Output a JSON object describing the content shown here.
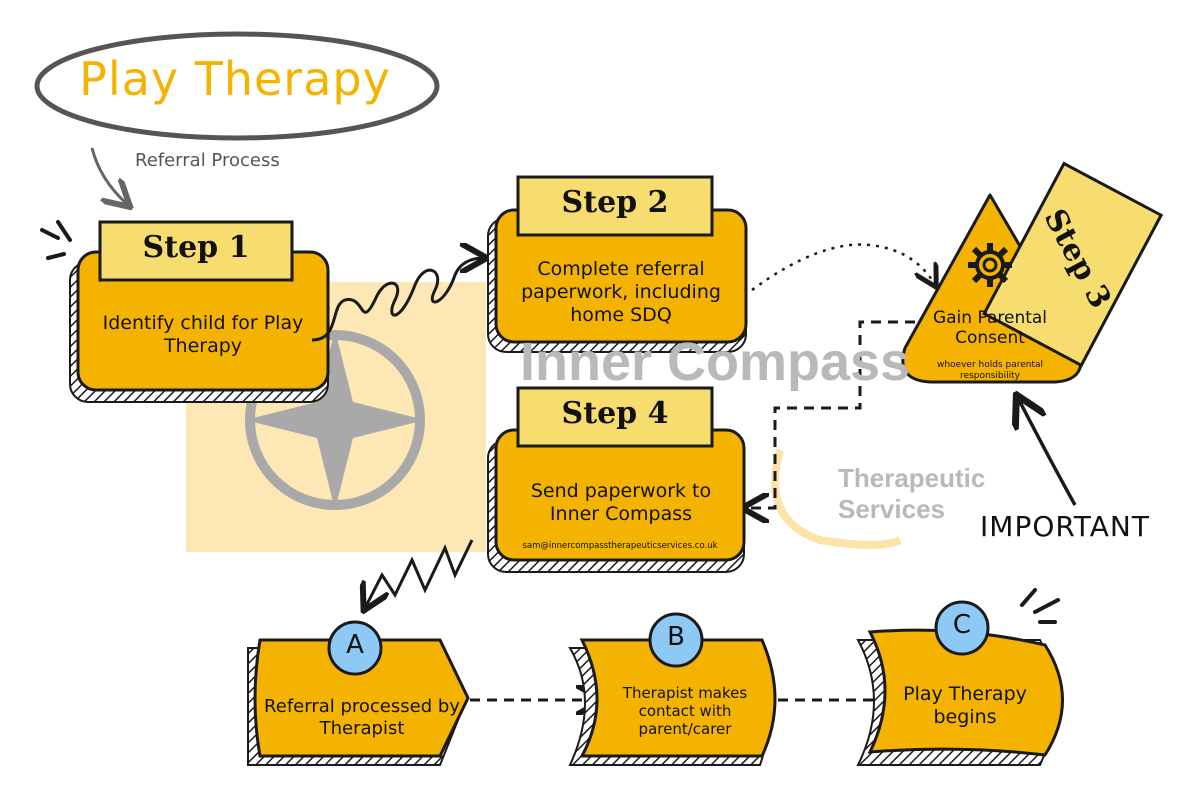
{
  "title": "Play Therapy",
  "subtitle": "Referral Process",
  "watermark": {
    "name": "Inner Compass",
    "tagline": "Therapeutic Services"
  },
  "steps": [
    {
      "label": "Step 1",
      "text": "Identify child for Play Therapy"
    },
    {
      "label": "Step 2",
      "text": "Complete referral paperwork, including home SDQ"
    },
    {
      "label": "Step 3",
      "text": "Gain Parental Consent",
      "note": "whoever holds parental responsibility"
    },
    {
      "label": "Step 4",
      "text": "Send paperwork to Inner Compass",
      "email": "sam@innercompasstherapeuticservices.co.uk"
    }
  ],
  "stages": [
    {
      "badge": "A",
      "text": "Referral processed by Therapist"
    },
    {
      "badge": "B",
      "text": "Therapist makes contact with parent/carer"
    },
    {
      "badge": "C",
      "text": "Play Therapy begins"
    }
  ],
  "important_label": "IMPORTANT",
  "colors": {
    "accent": "#f5b301",
    "label": "#f7dd70",
    "badge": "#8ec9f5",
    "outline": "#1a1a1a",
    "watermark_box": "#fde3a7"
  },
  "icons": [
    "gear-icon"
  ]
}
